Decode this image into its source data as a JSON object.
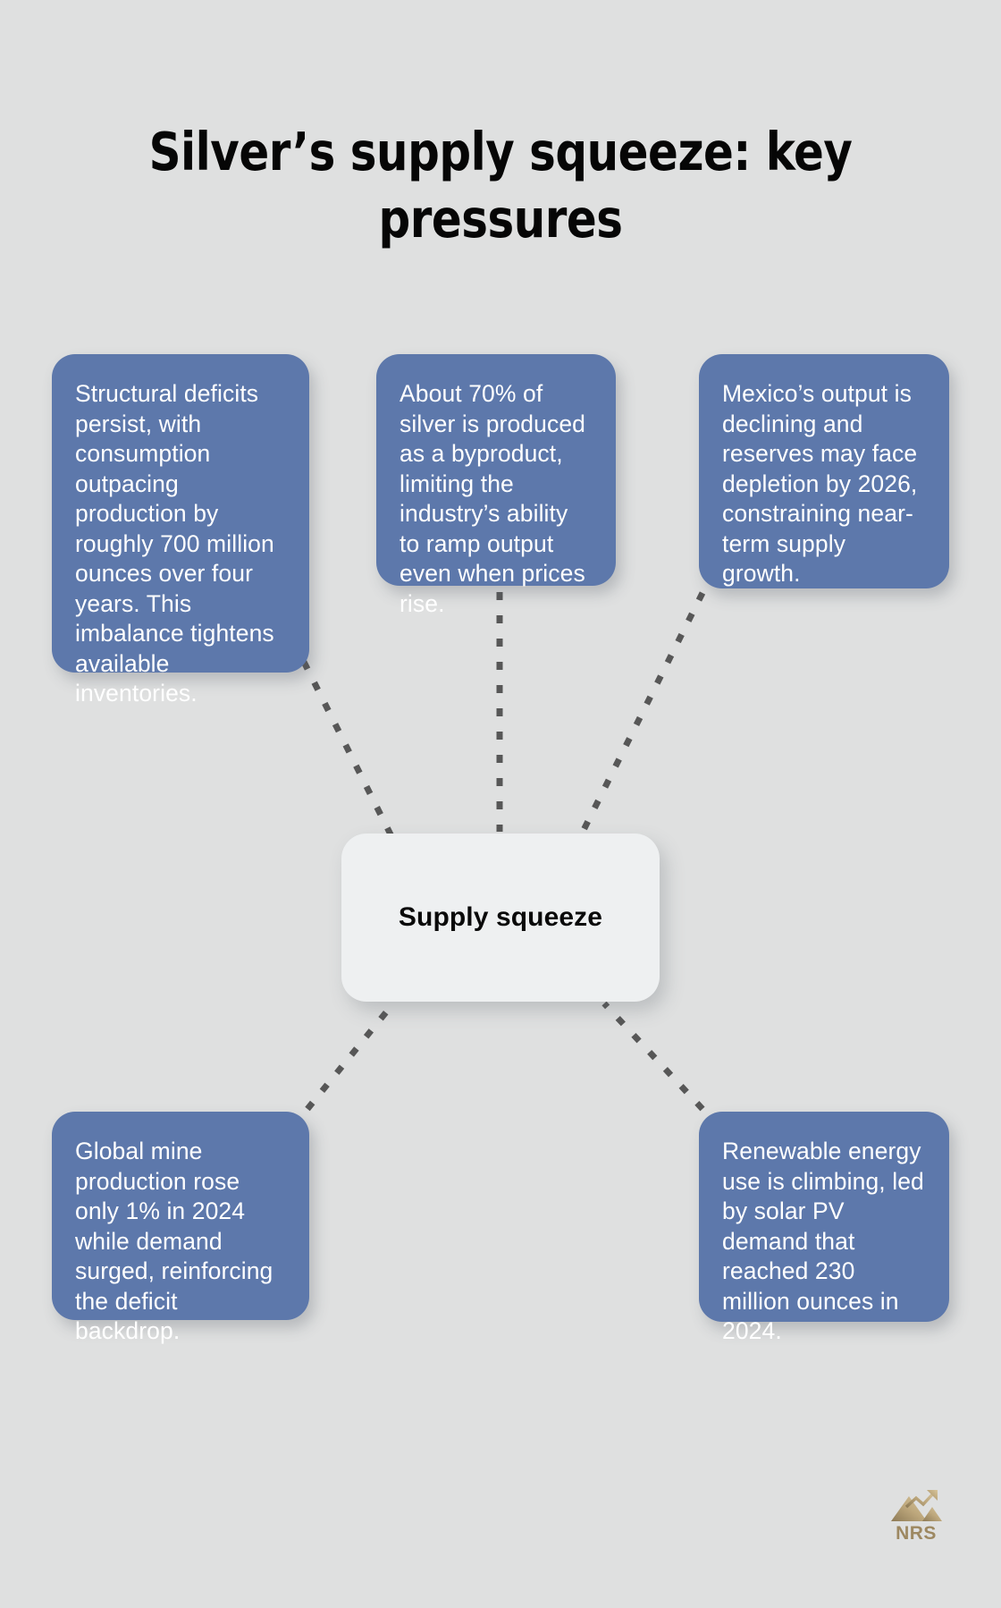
{
  "title": "Silver’s supply squeeze: key pressures",
  "colors": {
    "background": "#dfe0e0",
    "node_fill": "#5d78ab",
    "node_text": "#ffffff",
    "center_fill": "#eef0f1",
    "center_text": "#0a0a0a",
    "connector": "#575757",
    "logo_gold": "#9d8861"
  },
  "center": {
    "label": "Supply squeeze"
  },
  "nodes": [
    {
      "id": "deficits",
      "text": "Structural deficits persist, with consumption outpacing production by roughly 700 million ounces over four years. This imbalance tightens available inventories."
    },
    {
      "id": "byproduct",
      "text": "About 70% of silver is produced as a byproduct, limiting the industry’s ability to ramp output even when prices rise."
    },
    {
      "id": "mexico",
      "text": "Mexico’s output is declining and reserves may face depletion by 2026, constraining near-term supply growth."
    },
    {
      "id": "mine",
      "text": "Global mine production rose only 1% in 2024 while demand surged, reinforcing the deficit backdrop."
    },
    {
      "id": "renewable",
      "text": "Renewable energy use is climbing, led by solar PV demand that reached 230 million ounces in 2024."
    }
  ],
  "connectors": [
    {
      "from": "deficits",
      "to": "center",
      "style": "dashed"
    },
    {
      "from": "byproduct",
      "to": "center",
      "style": "dashed"
    },
    {
      "from": "mexico",
      "to": "center",
      "style": "dashed"
    },
    {
      "from": "mine",
      "to": "center",
      "style": "dashed"
    },
    {
      "from": "renewable",
      "to": "center",
      "style": "dashed"
    }
  ],
  "logo": {
    "mark": "mountain-arrow-icon",
    "text": "NRS"
  }
}
